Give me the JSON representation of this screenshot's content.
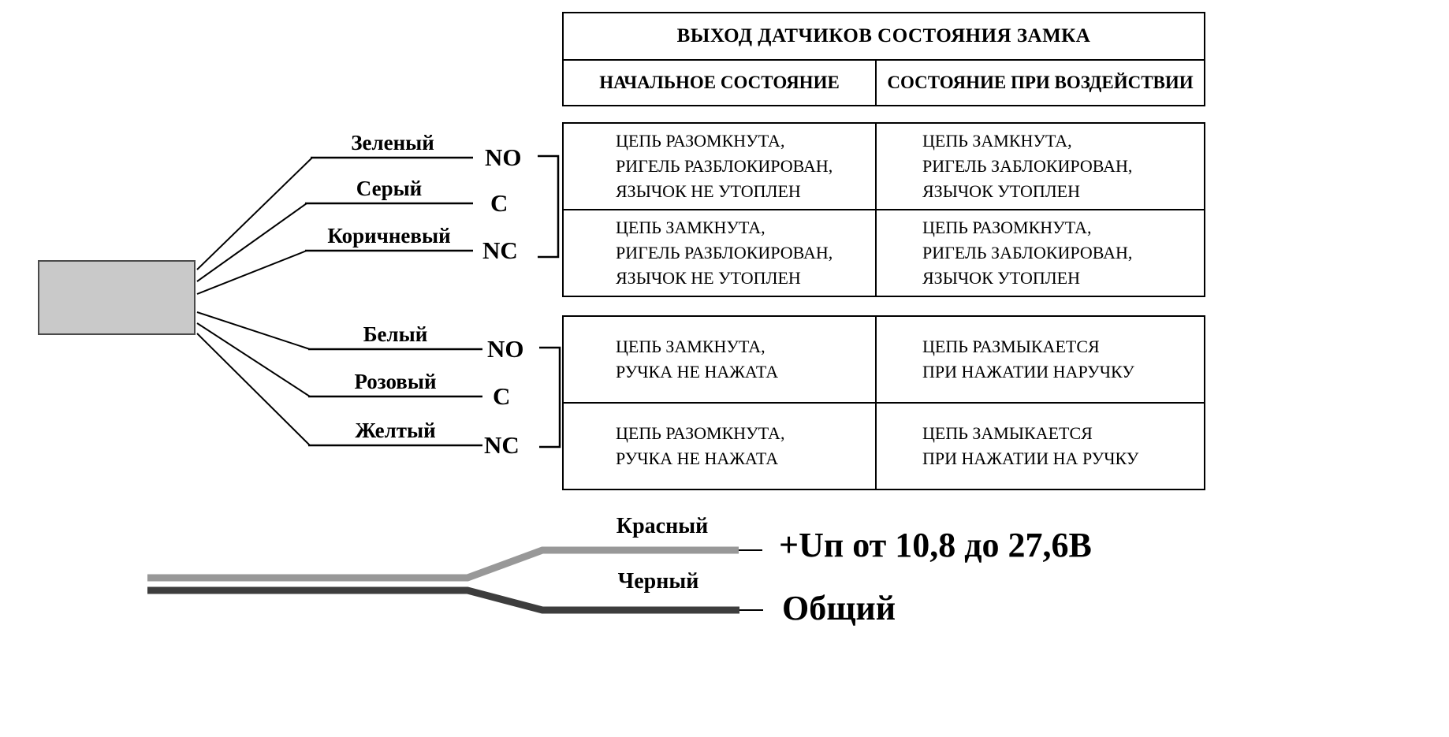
{
  "table": {
    "title": "ВЫХОД ДАТЧИКОВ СОСТОЯНИЯ ЗАМКА",
    "columns": [
      "НАЧАЛЬНОЕ СОСТОЯНИЕ",
      "СОСТОЯНИЕ ПРИ ВОЗДЕЙСТВИИ"
    ],
    "block1": [
      {
        "initial": "ЦЕПЬ РАЗОМКНУТА,\nРИГЕЛЬ РАЗБЛОКИРОВАН,\nЯЗЫЧОК НЕ УТОПЛЕН",
        "action": "ЦЕПЬ ЗАМКНУТА,\nРИГЕЛЬ ЗАБЛОКИРОВАН,\nЯЗЫЧОК УТОПЛЕН"
      },
      {
        "initial": "ЦЕПЬ ЗАМКНУТА,\nРИГЕЛЬ РАЗБЛОКИРОВАН,\nЯЗЫЧОК НЕ УТОПЛЕН",
        "action": "ЦЕПЬ РАЗОМКНУТА,\nРИГЕЛЬ ЗАБЛОКИРОВАН,\nЯЗЫЧОК УТОПЛЕН"
      }
    ],
    "block2": [
      {
        "initial": "ЦЕПЬ ЗАМКНУТА,\nРУЧКА НЕ НАЖАТА",
        "action": "ЦЕПЬ РАЗМЫКАЕТСЯ\nПРИ НАЖАТИИ НАРУЧКУ"
      },
      {
        "initial": "ЦЕПЬ РАЗОМКНУТА,\nРУЧКА НЕ НАЖАТА",
        "action": "ЦЕПЬ ЗАМЫКАЕТСЯ\nПРИ НАЖАТИИ НА РУЧКУ"
      }
    ]
  },
  "wires": {
    "group1": [
      {
        "label": "Зеленый",
        "terminal": "NO"
      },
      {
        "label": "Серый",
        "terminal": "C"
      },
      {
        "label": "Коричневый",
        "terminal": "NC"
      }
    ],
    "group2": [
      {
        "label": "Белый",
        "terminal": "NO"
      },
      {
        "label": "Розовый",
        "terminal": "C"
      },
      {
        "label": "Желтый",
        "terminal": "NC"
      }
    ]
  },
  "power": {
    "red": {
      "label": "Красный",
      "text": "+Uп от 10,8 до 27,6В"
    },
    "black": {
      "label": "Черный",
      "text": "Общий"
    }
  },
  "colors": {
    "device_box_fill": "#c9c9c9",
    "red_wire": "#989898",
    "black_wire": "#3d3d3d",
    "line": "#000000"
  }
}
